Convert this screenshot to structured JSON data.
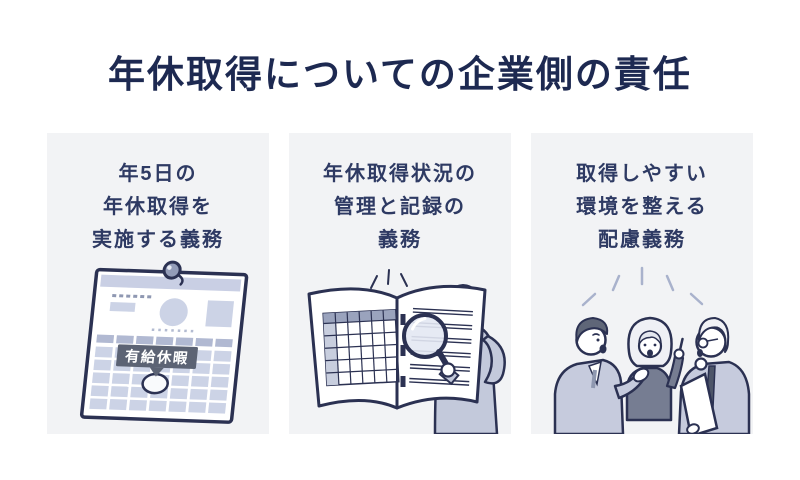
{
  "title": "年休取得についての企業側の責任",
  "panels": [
    {
      "id": "five-day-obligation",
      "heading_lines": [
        "年5日の",
        "年休取得を",
        "実施する義務"
      ],
      "illustration": "calendar-with-paid-leave-label",
      "calendar_label": "有給休暇"
    },
    {
      "id": "manage-record-obligation",
      "heading_lines": [
        "年休取得状況の",
        "管理と記録の",
        "義務"
      ],
      "illustration": "man-checking-record-book-with-magnifier"
    },
    {
      "id": "environment-obligation",
      "heading_lines": [
        "取得しやすい",
        "環境を整える",
        "配慮義務"
      ],
      "illustration": "three-people-discussing"
    }
  ],
  "colors": {
    "page_background": "#ffffff",
    "panel_background": "#f2f3f5",
    "title_text": "#1d2951",
    "heading_text": "#2e3a63",
    "outline": "#2b3152",
    "illustration_light": "#ccd3e6",
    "illustration_medium": "#97a0ba",
    "suit_gray": "#c3c9db",
    "paid_leave_label_background": "#5c6374",
    "paid_leave_label_text": "#ffffff"
  }
}
